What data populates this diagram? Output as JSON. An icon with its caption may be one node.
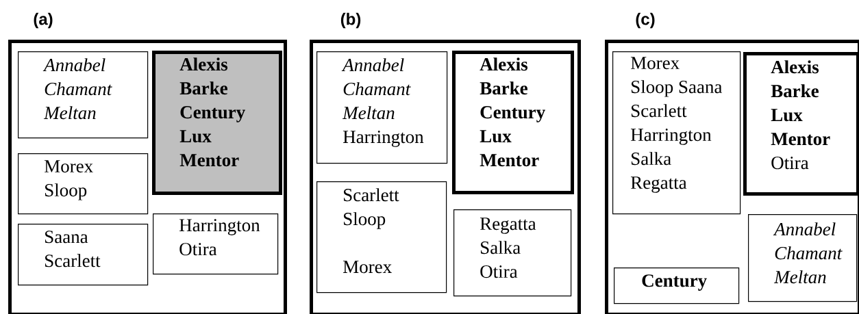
{
  "diagram": {
    "nodes": [
      {
        "text": [
          "(a)"
        ]
      },
      {
        "text": [
          "*Annabel*",
          "*Chamant*",
          "*Meltan*"
        ],
        "in": 0
      },
      {
        "text": [
          "**Alexis**",
          "**Barke**",
          "**Century**",
          "**Lux**",
          "**Mentor**"
        ],
        "in": 0
      },
      {
        "text": [
          "Morex",
          "Sloop"
        ],
        "in": 0
      },
      {
        "text": [
          "Saana",
          "Scarlett"
        ],
        "in": 0
      },
      {
        "text": [
          "Harrington",
          "Otira"
        ],
        "in": 0
      },
      {
        "text": [
          "(b)"
        ]
      },
      {
        "text": [
          "*Annabel*",
          "*Chamant*",
          "*Meltan*",
          "Harrington"
        ],
        "in": 6
      },
      {
        "text": [
          "**Alexis**",
          "**Barke**",
          "**Century**",
          "**Lux**",
          "**Mentor**"
        ],
        "in": 6
      },
      {
        "text": [
          "Scarlett",
          "Sloop",
          "Morex"
        ],
        "in": 6
      },
      {
        "text": [
          "Regatta",
          "Salka",
          "Otira"
        ],
        "in": 6
      },
      {
        "text": [
          "(c)"
        ]
      },
      {
        "text": [
          "Morex",
          "Sloop Saana",
          "Scarlett",
          "Harrington",
          "Salka",
          "Regatta"
        ],
        "in": 11
      },
      {
        "text": [
          "**Alexis**",
          "**Barke**",
          "**Lux**",
          "**Mentor**",
          "Otira"
        ],
        "in": 11
      },
      {
        "text": [
          "**Century**"
        ],
        "in": 11
      },
      {
        "text": [
          "*Annabel*",
          "*Chamant*",
          "*Meltan*"
        ],
        "in": 11
      }
    ]
  }
}
